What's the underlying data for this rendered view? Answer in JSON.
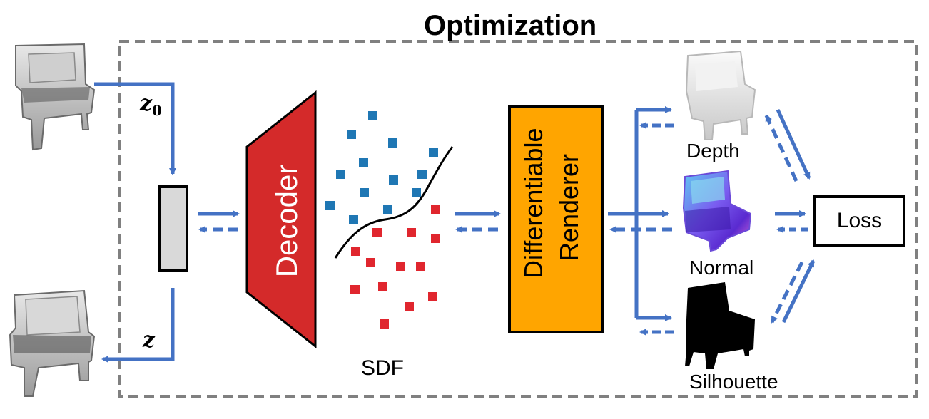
{
  "diagram": {
    "title": "Optimization",
    "latent_initial": "z",
    "latent_initial_sub": "0",
    "latent_final": "z",
    "decoder_label": "Decoder",
    "sdf_label": "SDF",
    "renderer_line1": "Differentiable",
    "renderer_line2": "Renderer",
    "depth_label": "Depth",
    "normal_label": "Normal",
    "silhouette_label": "Silhouette",
    "loss_label": "Loss"
  },
  "colors": {
    "arrow": "#4472c4",
    "decoder": "#d42a2a",
    "renderer": "#ffa500",
    "sdf_outside": "#1f77b4",
    "sdf_inside": "#e0262e",
    "frame": "#808080"
  }
}
